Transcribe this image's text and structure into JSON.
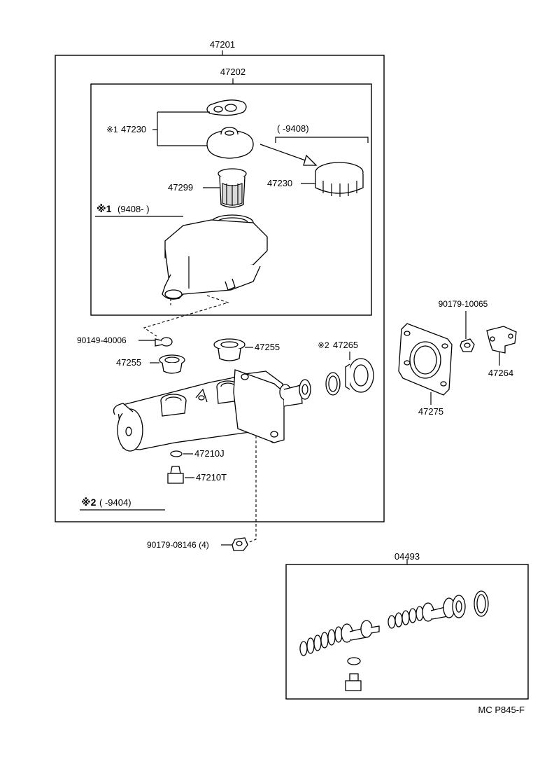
{
  "labels": {
    "assembly": "47201",
    "reservoir_sub": "47202",
    "reservoir_seal": "47230",
    "note1_mark": "※1",
    "note1_range": "(9408-    )",
    "cap_range": "(      -9408)",
    "cap": "47230",
    "strainer": "47299",
    "plug": "90149-40006",
    "grommet_a": "47255",
    "grommet_b": "47255",
    "seal_note_mark": "※2",
    "cup_seal": "47265",
    "gasket_washer": "47210J",
    "bleeder": "47210T",
    "note2_mark": "※2",
    "note2_range": "(      -9404)",
    "mount_nut": "90179-08146 (4)",
    "bracket_nut": "90179-10065",
    "bracket": "47264",
    "gasket": "47275",
    "kit": "04493",
    "footer": "MC  P845-F"
  }
}
